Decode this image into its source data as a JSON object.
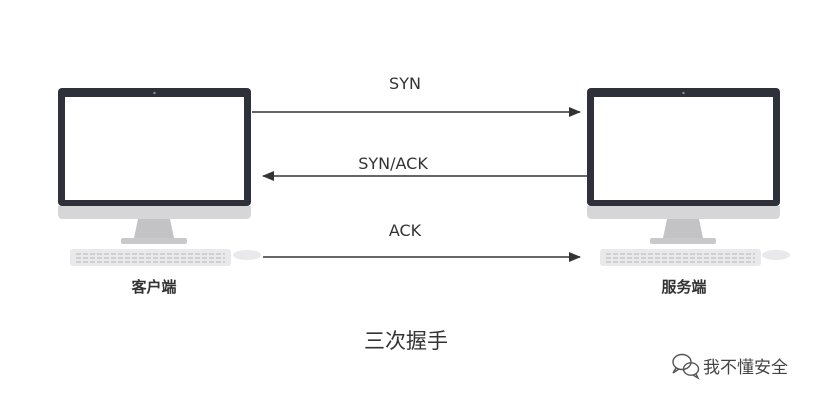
{
  "diagram": {
    "client": {
      "label": "客户端"
    },
    "server": {
      "label": "服务端"
    },
    "messages": [
      {
        "label": "SYN",
        "direction": "client-to-server"
      },
      {
        "label": "SYN/ACK",
        "direction": "server-to-client"
      },
      {
        "label": "ACK",
        "direction": "client-to-server"
      }
    ],
    "caption": "三次握手"
  },
  "watermark": {
    "text": "我不懂安全",
    "icon": "wechat-logo-icon"
  },
  "colors": {
    "monitor_frame": "#2e3139",
    "monitor_chin": "#d6d6d8",
    "stand": "#c3c3c5",
    "keyboard": "#e9e9eb",
    "arrow": "#333333",
    "text": "#333333"
  }
}
